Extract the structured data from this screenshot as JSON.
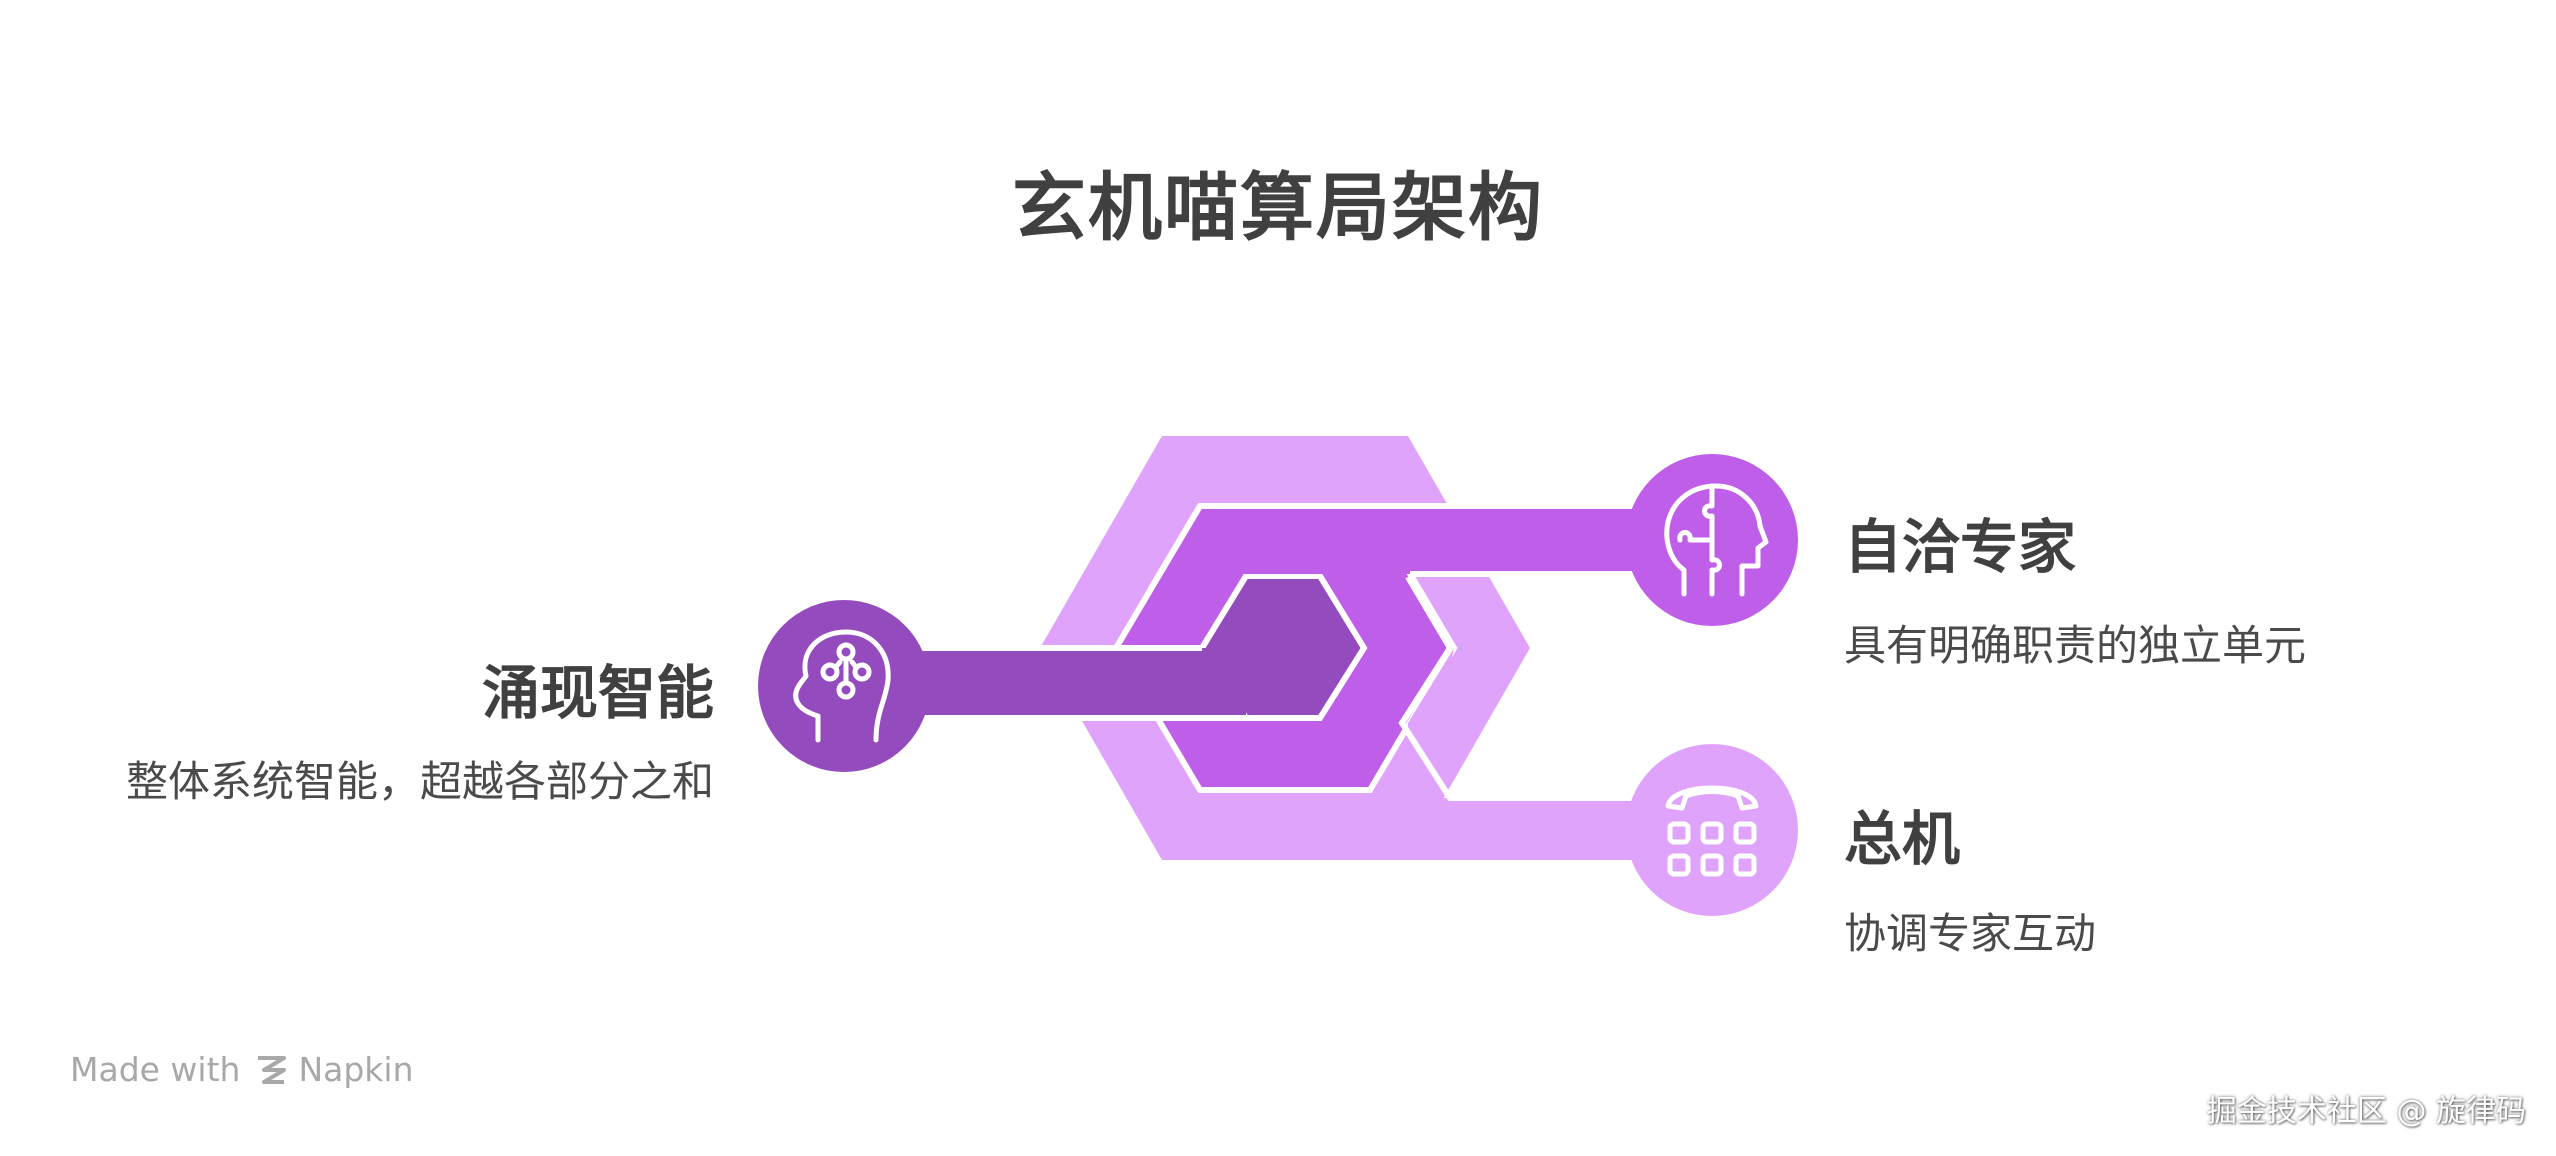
{
  "title": "玄机喵算局架构",
  "nodes": {
    "emergent": {
      "heading": "涌现智能",
      "description": "整体系统智能，超越各部分之和",
      "icon": "head-circuit-icon"
    },
    "expert": {
      "heading": "自洽专家",
      "description": "具有明确职责的独立单元",
      "icon": "head-puzzle-icon"
    },
    "switchboard": {
      "heading": "总机",
      "description": "协调专家互动",
      "icon": "telephone-keypad-icon"
    }
  },
  "colors": {
    "outer": "#e0a3fb",
    "middle": "#bf5fe9",
    "inner": "#944bbd",
    "text_dark": "#404040",
    "text_body": "#4a4a4a"
  },
  "footer": {
    "made_with": "Made with",
    "brand": "Napkin"
  },
  "watermark": "掘金技术社区 @ 旋律码"
}
